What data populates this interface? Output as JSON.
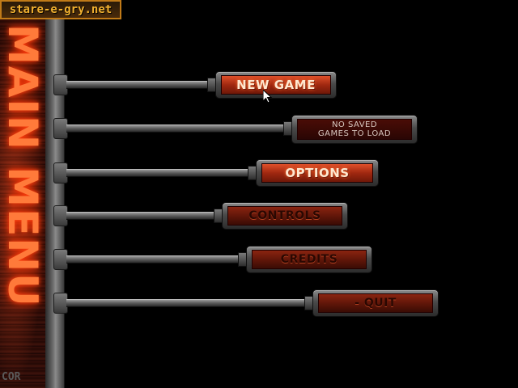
{
  "watermark": {
    "text": "stare-e-gry.net"
  },
  "side": {
    "title": "MAIN MENU",
    "footer": "COR"
  },
  "menu": {
    "new_game": "NEW GAME",
    "load_line1": "NO SAVED",
    "load_line2": "GAMES TO LOAD",
    "options": "OPTIONS",
    "controls": "CONTROLS",
    "credits": "CREDITS",
    "quit": "- QUIT"
  },
  "colors": {
    "accent_glow": "#ff7a3a",
    "button_active": "#c03a18",
    "button_dim": "#6a1a0a",
    "metal": "#6a6a6a"
  },
  "icons": {
    "cursor": "arrow-cursor-icon"
  }
}
